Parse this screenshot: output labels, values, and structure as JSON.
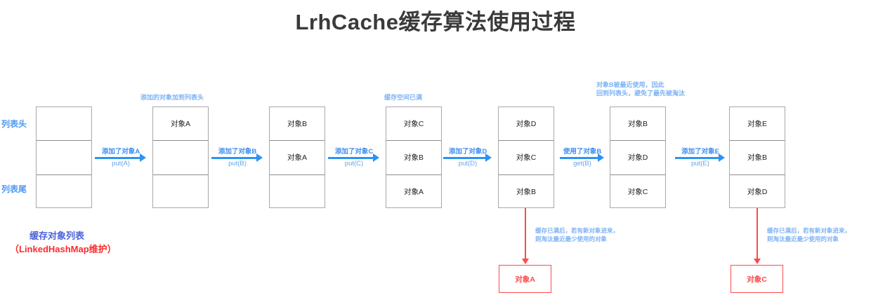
{
  "title": "LrhCache缓存算法使用过程",
  "side_labels": {
    "head": "列表头",
    "tail": "列表尾"
  },
  "caption": {
    "line1": "缓存对象列表",
    "line2": "（LinkedHashMap维护）"
  },
  "colors": {
    "arrow_blue": "#2a93f5",
    "label_blue": "#3d8ef0",
    "annot_blue": "#7eb3f5",
    "side_blue": "#4e9af1",
    "caption_blue": "#4a62d8",
    "red": "#fc4a4a",
    "caption_red": "#fc2b2b",
    "box_border": "#a8a8a8",
    "title_color": "#3a3a3a"
  },
  "states": [
    {
      "id": "state-1",
      "cells": [
        "",
        "",
        ""
      ],
      "annotation": ""
    },
    {
      "id": "state-2",
      "cells": [
        "对象A",
        "",
        ""
      ],
      "annotation": "添加的对象加到列表头"
    },
    {
      "id": "state-3",
      "cells": [
        "对象B",
        "对象A",
        ""
      ],
      "annotation": ""
    },
    {
      "id": "state-4",
      "cells": [
        "对象C",
        "对象B",
        "对象A"
      ],
      "annotation": "缓存空间已满"
    },
    {
      "id": "state-5",
      "cells": [
        "对象D",
        "对象C",
        "对象B"
      ],
      "annotation": ""
    },
    {
      "id": "state-6",
      "cells": [
        "对象B",
        "对象D",
        "对象C"
      ],
      "annotation": "对象B被最近使用，因此\n回到列表头，避免了最先被淘汰"
    },
    {
      "id": "state-7",
      "cells": [
        "对象E",
        "对象B",
        "对象D"
      ],
      "annotation": ""
    }
  ],
  "transitions": [
    {
      "id": "transition-1",
      "top": "添加了对象A",
      "bottom": "put(A)"
    },
    {
      "id": "transition-2",
      "top": "添加了对象B",
      "bottom": "put(B)"
    },
    {
      "id": "transition-3",
      "top": "添加了对象C",
      "bottom": "put(C)"
    },
    {
      "id": "transition-4",
      "top": "添加了对象D",
      "bottom": "put(D)"
    },
    {
      "id": "transition-5",
      "top": "使用了对象B",
      "bottom": "get(B)"
    },
    {
      "id": "transition-6",
      "top": "添加了对象E",
      "bottom": "put(E)"
    }
  ],
  "evictions": [
    {
      "id": "eviction-1",
      "label": "对象A",
      "note_line1": "缓存已满后，若有新对象进来，",
      "note_line2": "则淘汰最近最少使用的对象"
    },
    {
      "id": "eviction-2",
      "label": "对象C",
      "note_line1": "缓存已满后，若有新对象进来，",
      "note_line2": "则淘汰最近最少使用的对象"
    }
  ]
}
